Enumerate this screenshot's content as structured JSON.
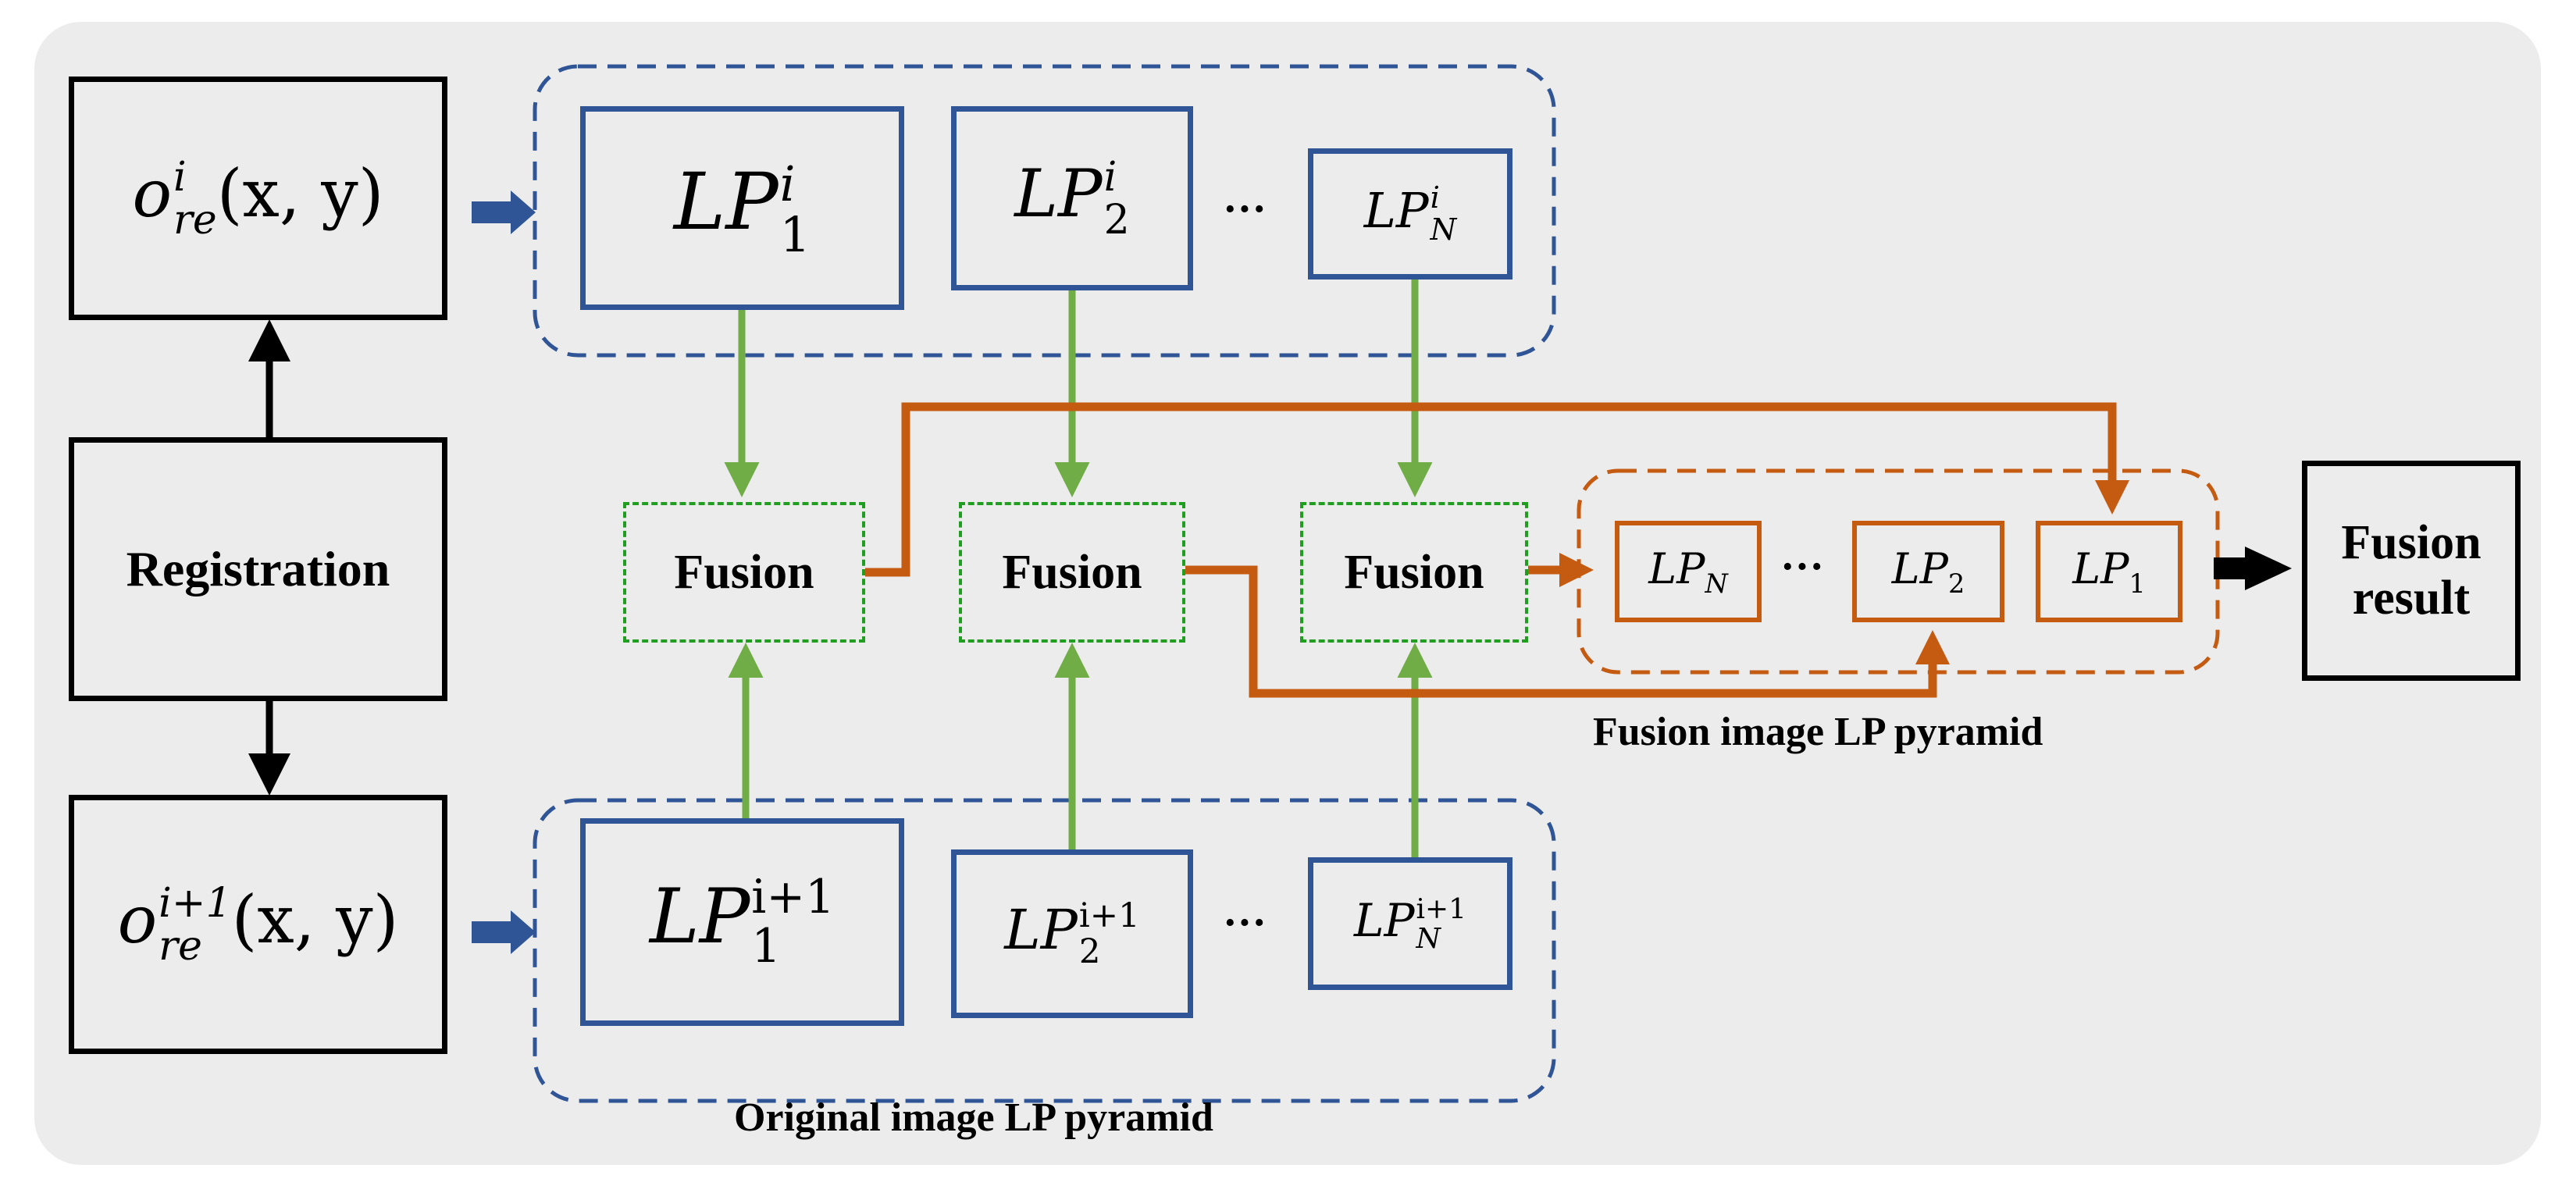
{
  "diagram": {
    "input_top": {
      "base": "o",
      "sup": "i",
      "sub": "re",
      "args": "(x, y)"
    },
    "input_bottom": {
      "base": "o",
      "sup": "i+1",
      "sub": "re",
      "args": "(x, y)"
    },
    "registration": "Registration",
    "top_levels": [
      {
        "base": "LP",
        "sub": "1",
        "sup": "i"
      },
      {
        "base": "LP",
        "sub": "2",
        "sup": "i"
      },
      {
        "base": "LP",
        "sub": "N",
        "sup": "i"
      }
    ],
    "bottom_levels": [
      {
        "base": "LP",
        "sub": "1",
        "sup": "i+1"
      },
      {
        "base": "LP",
        "sub": "2",
        "sup": "i+1"
      },
      {
        "base": "LP",
        "sub": "N",
        "sup": "i+1"
      }
    ],
    "ellipsis": "···",
    "fusion_label": "Fusion",
    "fused_levels": [
      {
        "base": "LP",
        "sub": "N"
      },
      {
        "base": "LP",
        "sub": "2"
      },
      {
        "base": "LP",
        "sub": "1"
      }
    ],
    "fusion_result": [
      "Fusion",
      "result"
    ],
    "caption_fusion_pyramid": "Fusion image LP pyramid",
    "caption_original_pyramid": "Original image LP pyramid",
    "colors": {
      "blue": "#2f5597",
      "green": "#70ad47",
      "orange": "#c55a11",
      "black": "#000000",
      "background": "#ececec"
    }
  }
}
